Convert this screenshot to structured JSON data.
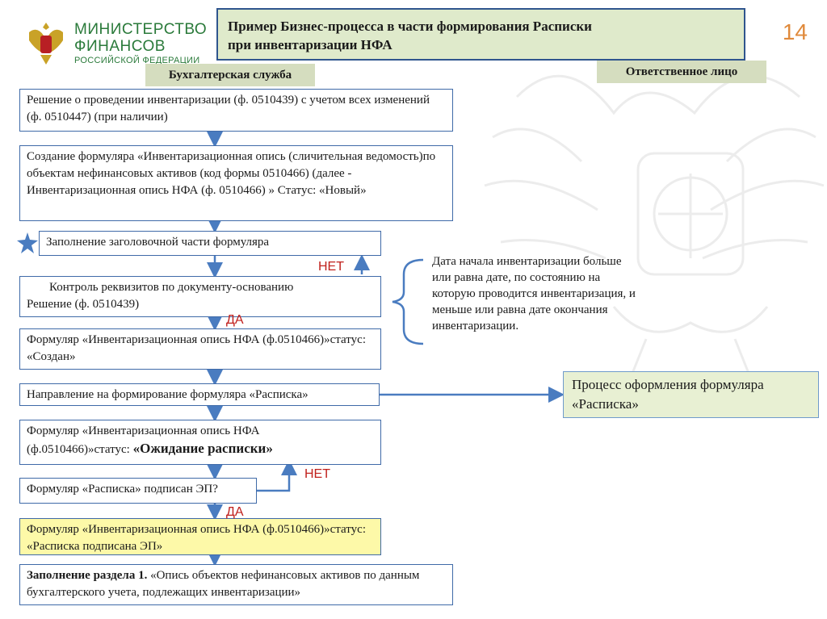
{
  "header": {
    "logo_line1": "МИНИСТЕРСТВО",
    "logo_line2": "ФИНАНСОВ",
    "logo_line3": "РОССИЙСКОЙ ФЕДЕРАЦИИ",
    "title_line1": "Пример Бизнес-процесса в части формирования Расписки",
    "title_line2": "при инвентаризации НФА",
    "page_number": "14"
  },
  "lanes": {
    "left": "Бухгалтерская служба",
    "right": "Ответственное лицо"
  },
  "steps": {
    "s1": "Решение о проведении инвентаризации (ф. 0510439) с учетом всех изменений (ф. 0510447) (при наличии)",
    "s2": "Создание формуляра «Инвентаризационная опись (сличительная ведомость)по объектам нефинансовых активов (код формы 0510466) (далее - Инвентаризационная опись НФА (ф. 0510466) » Статус: «Новый»",
    "s3": "Заполнение заголовочной части формуляра",
    "s4a": "Контроль реквизитов по документу-основанию",
    "s4b": "Решение (ф. 0510439)",
    "s5": "Формуляр «Инвентаризационная опись НФА (ф.0510466)»статус: «Создан»",
    "s6": "Направление на формирование формуляра «Расписка»",
    "s7a": "Формуляр «Инвентаризационная опись НФА",
    "s7b": "(ф.0510466)»статус: ",
    "s7c": "«Ожидание расписки»",
    "s8": "Формуляр «Расписка» подписан ЭП?",
    "s9": "Формуляр «Инвентаризационная опись НФА (ф.0510466)»статус: «Расписка подписана ЭП»",
    "s10a": "Заполнение раздела 1.",
    "s10b": " «Опись объектов нефинансовых активов по данным бухгалтерского учета, подлежащих инвентаризации»",
    "process": "Процесс оформления формуляра «Расписка»"
  },
  "labels": {
    "no1": "НЕТ",
    "yes1": "ДА",
    "no2": "НЕТ",
    "yes2": "ДА"
  },
  "note": "Дата начала инвентаризации больше или равна дате, по состоянию на которую проводится инвентаризация, и меньше или равна дате окончания инвентаризации.",
  "colors": {
    "accent": "#4a7cc0",
    "title_bg": "#dfeacb",
    "lane_bg": "#d5ddbf",
    "highlight": "#fdf9a8",
    "no_yes_text": "#c0201c",
    "page_number": "#e08a3c"
  }
}
